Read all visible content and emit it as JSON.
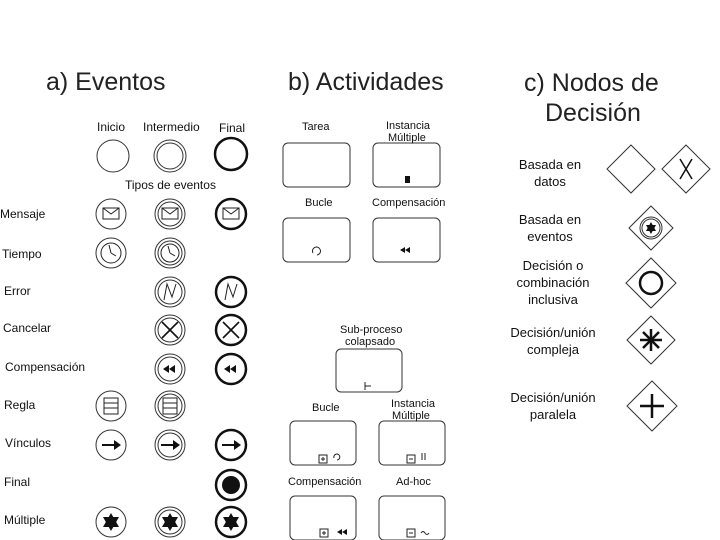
{
  "titles": {
    "events": "a) Eventos",
    "activities": "b) Actividades",
    "gateways_line1": "c) Nodos de",
    "gateways_line2": "Decisión"
  },
  "events": {
    "col_start": "Inicio",
    "col_intermediate": "Intermedio",
    "col_end": "Final",
    "types_heading": "Tipos de eventos",
    "rows": [
      "Mensaje",
      "Tiempo",
      "Error",
      "Cancelar",
      "Compensación",
      "Regla",
      "Vínculos",
      "Final",
      "Múltiple"
    ]
  },
  "activities": {
    "task": "Tarea",
    "multi_instance_1": "Instancia",
    "multi_instance_2": "Múltiple",
    "loop": "Bucle",
    "compensation": "Compensación",
    "subprocess_1": "Sub-proceso",
    "subprocess_2": "colapsado",
    "sub_loop": "Bucle",
    "sub_multi_1": "Instancia",
    "sub_multi_2": "Múltiple",
    "sub_compensation": "Compensación",
    "adhoc": "Ad-hoc"
  },
  "gateways": {
    "data_1": "Basada en",
    "data_2": "datos",
    "event_1": "Basada en",
    "event_2": "eventos",
    "inclusive_1": "Decisión o",
    "inclusive_2": "combinación",
    "inclusive_3": "inclusiva",
    "complex_1": "Decisión/unión",
    "complex_2": "compleja",
    "parallel_1": "Decisión/unión",
    "parallel_2": "paralela"
  }
}
